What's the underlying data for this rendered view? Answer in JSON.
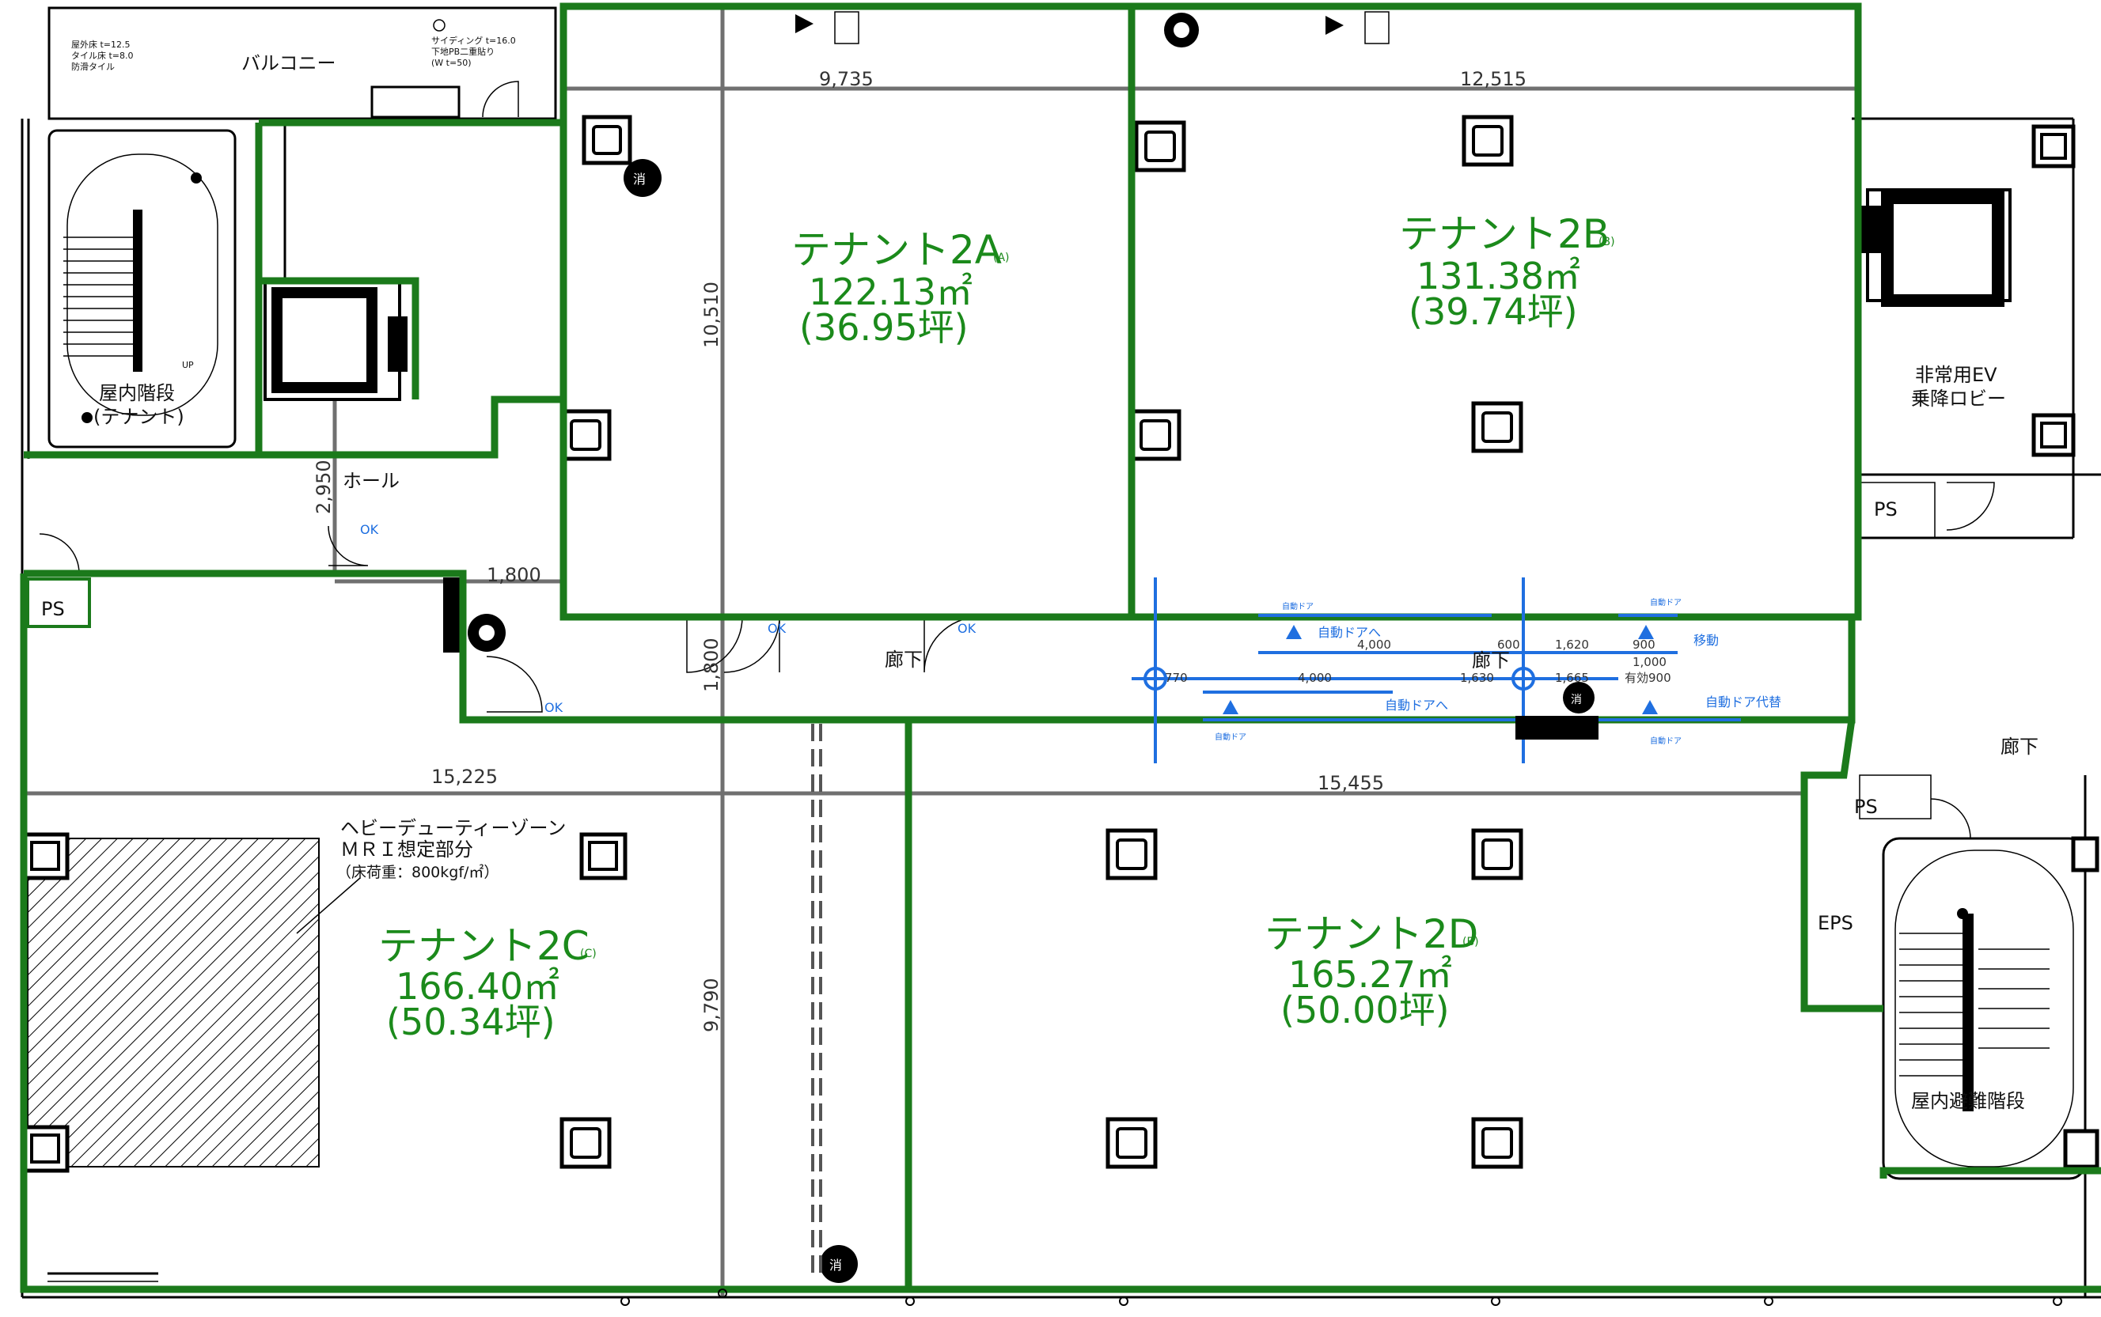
{
  "tenants": {
    "a": {
      "name": "テナント2A",
      "mark": "(A)",
      "area_m2": "122.13㎡",
      "area_tsubo": "(36.95坪)"
    },
    "b": {
      "name": "テナント2B",
      "mark": "(B)",
      "area_m2": "131.38㎡",
      "area_tsubo": "(39.74坪)"
    },
    "c": {
      "name": "テナント2C",
      "mark": "(C)",
      "area_m2": "166.40㎡",
      "area_tsubo": "(50.34坪)"
    },
    "d": {
      "name": "テナント2D",
      "mark": "(B)",
      "area_m2": "165.27㎡",
      "area_tsubo": "(50.00坪)"
    }
  },
  "dimensions": {
    "top_left": "9,735",
    "top_right": "12,515",
    "vertical_upper": "10,510",
    "hall_height": "2,950",
    "hall_width": "1,800",
    "corridor_height": "1,800",
    "mid_left": "15,225",
    "mid_right": "15,455",
    "vertical_lower": "9,790"
  },
  "labels": {
    "balcony": "バルコニー",
    "hall": "ホール",
    "stair_left_1": "屋内階段",
    "stair_left_2": "(テナント)",
    "ev_lobby_1": "非常用EV",
    "ev_lobby_2": "乗降ロビー",
    "corridor": "廊下",
    "corridor_right": "廊下",
    "ps": "PS",
    "eps": "EPS",
    "stair_right": "屋内避難階段",
    "heavy_1": "ヘビーデューティーゾーン",
    "heavy_2": "ＭＲＩ想定部分",
    "heavy_3": "（床荷重：800kgf/㎡）",
    "ok": "OK",
    "hydrant": "消",
    "up": "UP",
    "balcony_note_1": "屋外床 t=12.5",
    "balcony_note_2": "タイル床 t=8.0",
    "balcony_note_3": "防滑タイル",
    "balcony_note_4": "サイディング t=16.0",
    "balcony_note_5": "下地PB二重貼り",
    "balcony_note_6": "(W t=50)"
  },
  "blue_notes": {
    "auto_door_1": "自動ドアへ",
    "auto_door_2": "自動ドアへ",
    "auto_door_replace": "自動ドア代替",
    "move": "移動",
    "auto_door_small_1": "自動ドア",
    "auto_door_small_2": "自動ドア",
    "auto_door_small_3": "自動ドア",
    "auto_door_small_4": "自動ドア",
    "dim_4000_a": "4,000",
    "dim_4000_b": "4,000",
    "dim_600": "600",
    "dim_1620": "1,620",
    "dim_900": "900",
    "dim_1000": "1,000",
    "dim_770": "770",
    "dim_1630": "1,630",
    "dim_1665": "1,665",
    "dim_eff900": "有効900"
  },
  "colors": {
    "tenant_boundary": "#1b7a1b",
    "tenant_text": "#1b8a1b",
    "revision": "#1f6fe0",
    "grid": "#707070"
  }
}
